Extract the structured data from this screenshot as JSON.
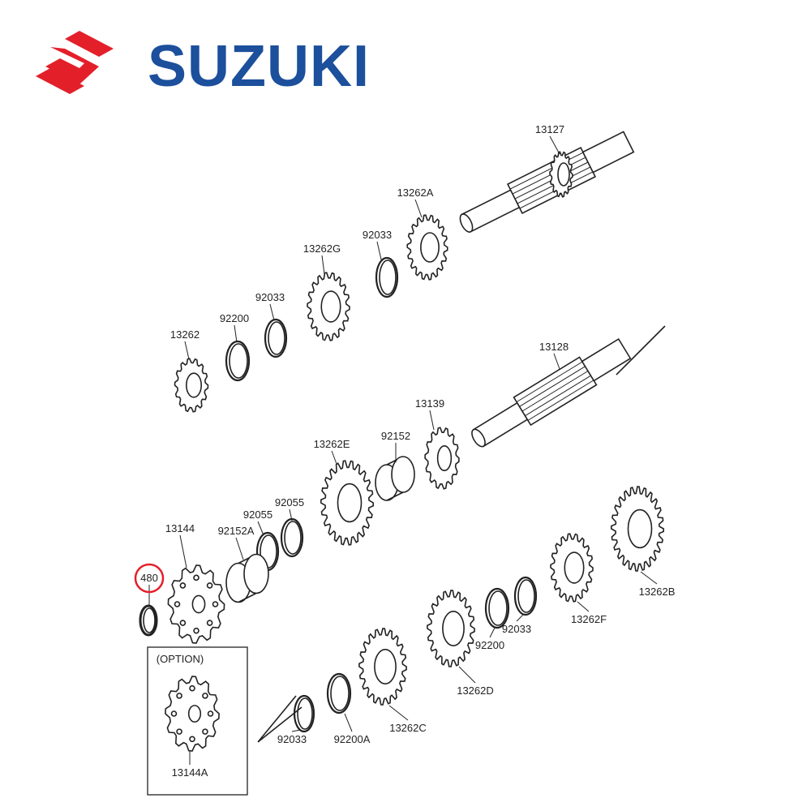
{
  "brand": {
    "name": "SUZUKI",
    "colors": {
      "blue": "#1c4f9c",
      "red": "#e3202a"
    }
  },
  "diagram": {
    "option_label": "(OPTION)",
    "highlighted_part": "480",
    "labels": [
      {
        "id": "13127"
      },
      {
        "id": "13262A"
      },
      {
        "id": "92033"
      },
      {
        "id": "13262G"
      },
      {
        "id": "92033"
      },
      {
        "id": "92200"
      },
      {
        "id": "13262"
      },
      {
        "id": "13128"
      },
      {
        "id": "13139"
      },
      {
        "id": "92152"
      },
      {
        "id": "13262E"
      },
      {
        "id": "92055"
      },
      {
        "id": "92055"
      },
      {
        "id": "13144"
      },
      {
        "id": "92152A"
      },
      {
        "id": "480"
      },
      {
        "id": "13144A"
      },
      {
        "id": "13262B"
      },
      {
        "id": "13262F"
      },
      {
        "id": "92033"
      },
      {
        "id": "92200"
      },
      {
        "id": "13262D"
      },
      {
        "id": "13262C"
      },
      {
        "id": "92200A"
      },
      {
        "id": "92033"
      }
    ]
  }
}
